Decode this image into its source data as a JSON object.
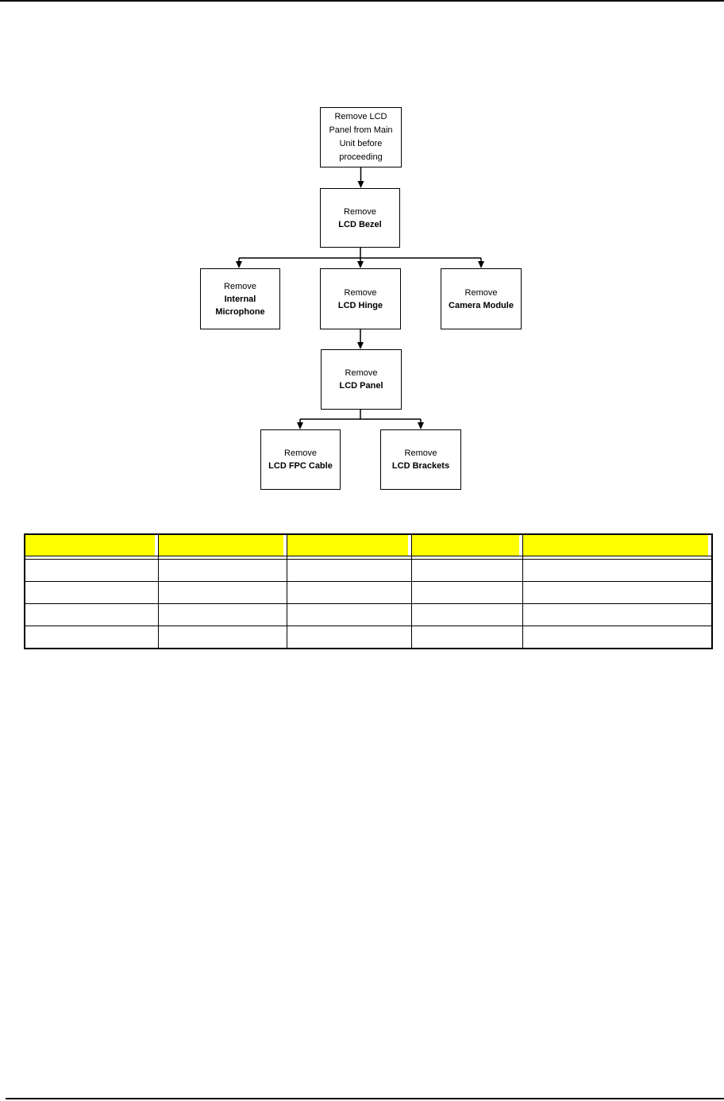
{
  "page": {
    "background_color": "#ffffff",
    "rule_color": "#000000"
  },
  "flowchart": {
    "line_color": "#000000",
    "nodes": {
      "start": {
        "lines": [
          "Remove LCD",
          "Panel from Main",
          "Unit before",
          "proceeding"
        ]
      },
      "lcd_bezel": {
        "action": "Remove",
        "component": "LCD Bezel"
      },
      "internal_microphone": {
        "action": "Remove",
        "component": "Internal Microphone"
      },
      "lcd_hinge": {
        "action": "Remove",
        "component": "LCD Hinge"
      },
      "camera_module": {
        "action": "Remove",
        "component": "Camera Module"
      },
      "lcd_panel": {
        "action": "Remove",
        "component": "LCD Panel"
      },
      "lcd_fpc_cable": {
        "action": "Remove",
        "component": "LCD FPC Cable"
      },
      "lcd_brackets": {
        "action": "Remove",
        "component": "LCD Brackets"
      }
    }
  },
  "table": {
    "header_fill": "#ffff00",
    "border_color": "#000000",
    "header_cells": [
      "",
      "",
      "",
      "",
      ""
    ],
    "rows": [
      [
        "",
        "",
        "",
        "",
        ""
      ],
      [
        "",
        "",
        "",
        "",
        ""
      ],
      [
        "",
        "",
        "",
        "",
        ""
      ],
      [
        "",
        "",
        "",
        "",
        ""
      ]
    ]
  }
}
